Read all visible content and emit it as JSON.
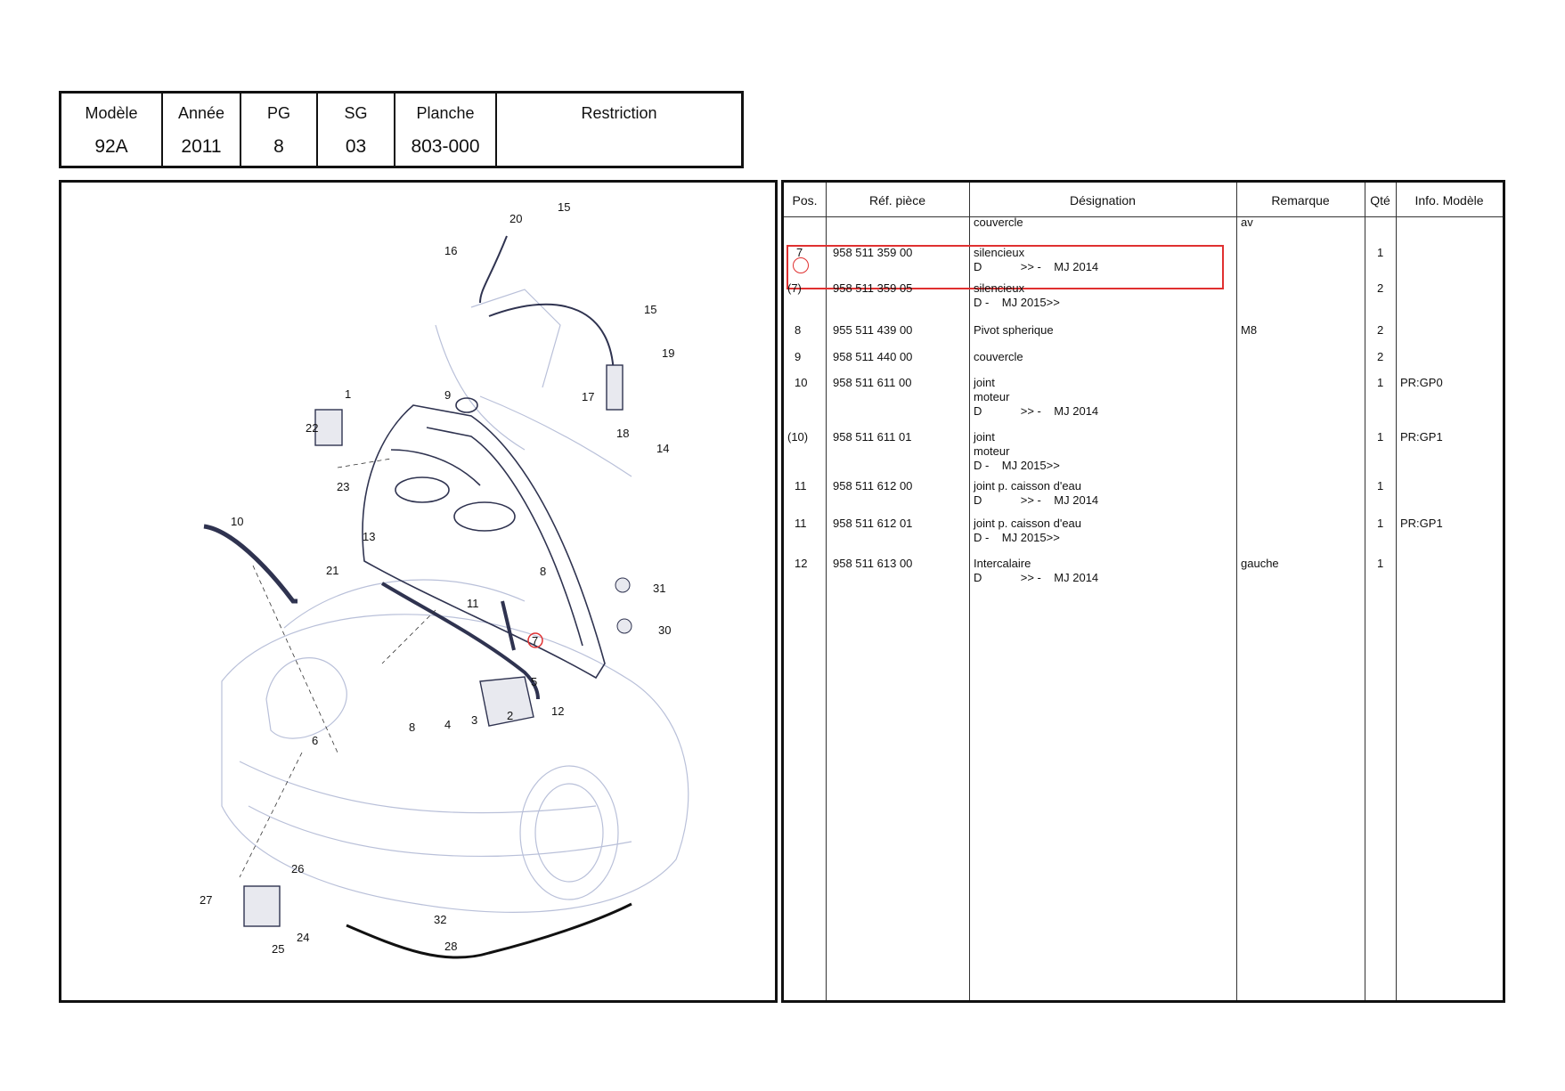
{
  "header": {
    "columns": [
      {
        "label": "Modèle",
        "value": "92A"
      },
      {
        "label": "Année",
        "value": "2011"
      },
      {
        "label": "PG",
        "value": "8"
      },
      {
        "label": "SG",
        "value": "03"
      },
      {
        "label": "Planche",
        "value": "803-000"
      },
      {
        "label": "Restriction",
        "value": ""
      }
    ]
  },
  "parts_table": {
    "headers": {
      "pos": "Pos.",
      "ref": "Réf. pièce",
      "designation": "Désignation",
      "remarque": "Remarque",
      "qte": "Qté",
      "info": "Info. Modèle"
    },
    "rows": [
      {
        "pos": "",
        "ref": "",
        "designation": [
          "couvercle"
        ],
        "remarque": "av",
        "qte": "",
        "info": ""
      },
      {
        "pos": "7",
        "ref": "958 511 359 00",
        "designation": [
          "silencieux",
          "D            >> -    MJ 2014"
        ],
        "remarque": "",
        "qte": "1",
        "info": "",
        "highlighted": true
      },
      {
        "pos": "(7)",
        "ref": "958 511 359 05",
        "designation": [
          "silencieux",
          "D -    MJ 2015>>"
        ],
        "remarque": "",
        "qte": "2",
        "info": ""
      },
      {
        "pos": "8",
        "ref": "955 511 439 00",
        "designation": [
          "Pivot spherique"
        ],
        "remarque": "M8",
        "qte": "2",
        "info": ""
      },
      {
        "pos": "9",
        "ref": "958 511 440 00",
        "designation": [
          "couvercle"
        ],
        "remarque": "",
        "qte": "2",
        "info": ""
      },
      {
        "pos": "10",
        "ref": "958 511 611 00",
        "designation": [
          "joint",
          "moteur",
          "D            >> -    MJ 2014"
        ],
        "remarque": "",
        "qte": "1",
        "info": "PR:GP0"
      },
      {
        "pos": "(10)",
        "ref": "958 511 611 01",
        "designation": [
          "joint",
          "moteur",
          "D -    MJ 2015>>"
        ],
        "remarque": "",
        "qte": "1",
        "info": "PR:GP1"
      },
      {
        "pos": "11",
        "ref": "958 511 612 00",
        "designation": [
          "joint p. caisson d'eau",
          "D            >> -    MJ 2014"
        ],
        "remarque": "",
        "qte": "1",
        "info": ""
      },
      {
        "pos": "11",
        "ref": "958 511 612 01",
        "designation": [
          "joint p. caisson d'eau",
          "D -    MJ 2015>>"
        ],
        "remarque": "",
        "qte": "1",
        "info": "PR:GP1"
      },
      {
        "pos": "12",
        "ref": "958 511 613 00",
        "designation": [
          "Intercalaire",
          "D            >> -    MJ 2014"
        ],
        "remarque": "gauche",
        "qte": "1",
        "info": ""
      }
    ]
  },
  "diagram": {
    "callouts": [
      "1",
      "2",
      "3",
      "4",
      "5",
      "6",
      "7",
      "8",
      "9",
      "10",
      "11",
      "12",
      "13",
      "14",
      "15",
      "15",
      "16",
      "17",
      "18",
      "19",
      "20",
      "21",
      "22",
      "23",
      "24",
      "25",
      "26",
      "27",
      "28",
      "30",
      "31",
      "32",
      "8"
    ],
    "highlight_color": "#e03030"
  }
}
